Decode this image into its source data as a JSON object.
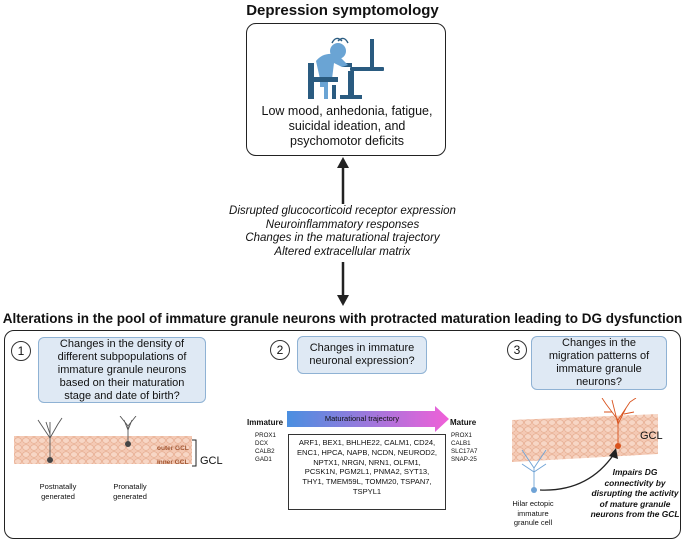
{
  "top": {
    "title": "Depression symptomology",
    "symptoms": "Low mood, anhedonia, fatigue, suicidal ideation, and psychomotor deficits",
    "icon": "depressed-person-at-desk-icon"
  },
  "factors": [
    "Disrupted glucocorticoid receptor expression",
    "Neuroinflammatory responses",
    "Changes in the maturational trajectory",
    "Altered extracellular matrix"
  ],
  "section": {
    "title": "Alterations in the pool of immature granule neurons with protracted maturation leading to DG dysfunction"
  },
  "panel1": {
    "number": "1",
    "question": "Changes in the density of different subpopulations of immature granule neurons based on their maturation stage and date of birth?",
    "outer_gcl": "outer GCL",
    "inner_gcl": "inner GCL",
    "gcl": "GCL",
    "postnatal": "Postnatally generated",
    "prenatal": "Pronatally generated"
  },
  "panel2": {
    "number": "2",
    "question": "Changes in immature neuronal expression?",
    "immature_label": "Immature",
    "mature_label": "Mature",
    "trajectory_label": "Maturational trajectory",
    "immature_markers": [
      "PROX1",
      "DCX",
      "CALB2",
      "GAD1"
    ],
    "mature_markers": [
      "PROX1",
      "CALB1",
      "SLC17A7",
      "SNAP-25"
    ],
    "genes": [
      "ARF1, BEX1, BHLHE22, CALM1, CD24,",
      "ENC1, HPCA, NAPB, NCDN, NEUROD2,",
      "NPTX1, NRGN, NRN1, OLFM1,",
      "PCSK1N, PGM2L1, PNMA2, SYT13,",
      "THY1, TMEM59L, TOMM20, TSPAN7,",
      "TSPYL1"
    ]
  },
  "panel3": {
    "number": "3",
    "question": "Changes in the migration patterns of immature granule neurons?",
    "gcl": "GCL",
    "hilar_label": "Hilar ectopic immature granule cell",
    "impact": "Impairs DG connectivity by disrupting the activity of mature granule neurons from the GCL"
  },
  "colors": {
    "question_box": "#dfe9f4",
    "gcl_band": "#f4c9b4",
    "gradient_start": "#4a8fe0",
    "gradient_end": "#f060d8",
    "mature_neuron": "#d9531e",
    "immature_neuron": "#6fa3d6"
  }
}
